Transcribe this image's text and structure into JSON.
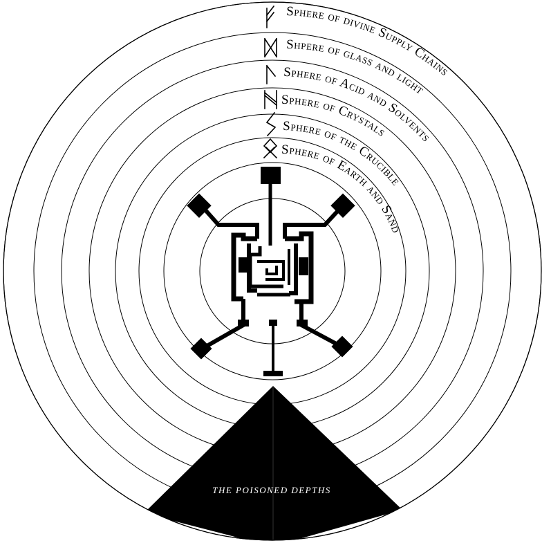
{
  "spheres": [
    {
      "label": "Sphere of divine Supply Chains",
      "rune": "feoh-rune-icon"
    },
    {
      "label": "Shpere of glass and light",
      "rune": "dagaz-rune-icon"
    },
    {
      "label": "Sphere of Acid and Solvents",
      "rune": "laguz-rune-icon"
    },
    {
      "label": "Sphere of Crystals",
      "rune": "hagalaz-rune-icon"
    },
    {
      "label": "Sphere of the Crucible",
      "rune": "sowilo-rune-icon"
    },
    {
      "label": "Sphere of Earth and Sand",
      "rune": "othala-rune-icon"
    }
  ],
  "depths": {
    "label": "THE POISONED DEPTHS"
  },
  "colors": {
    "ink": "#000000",
    "paper": "#ffffff"
  }
}
